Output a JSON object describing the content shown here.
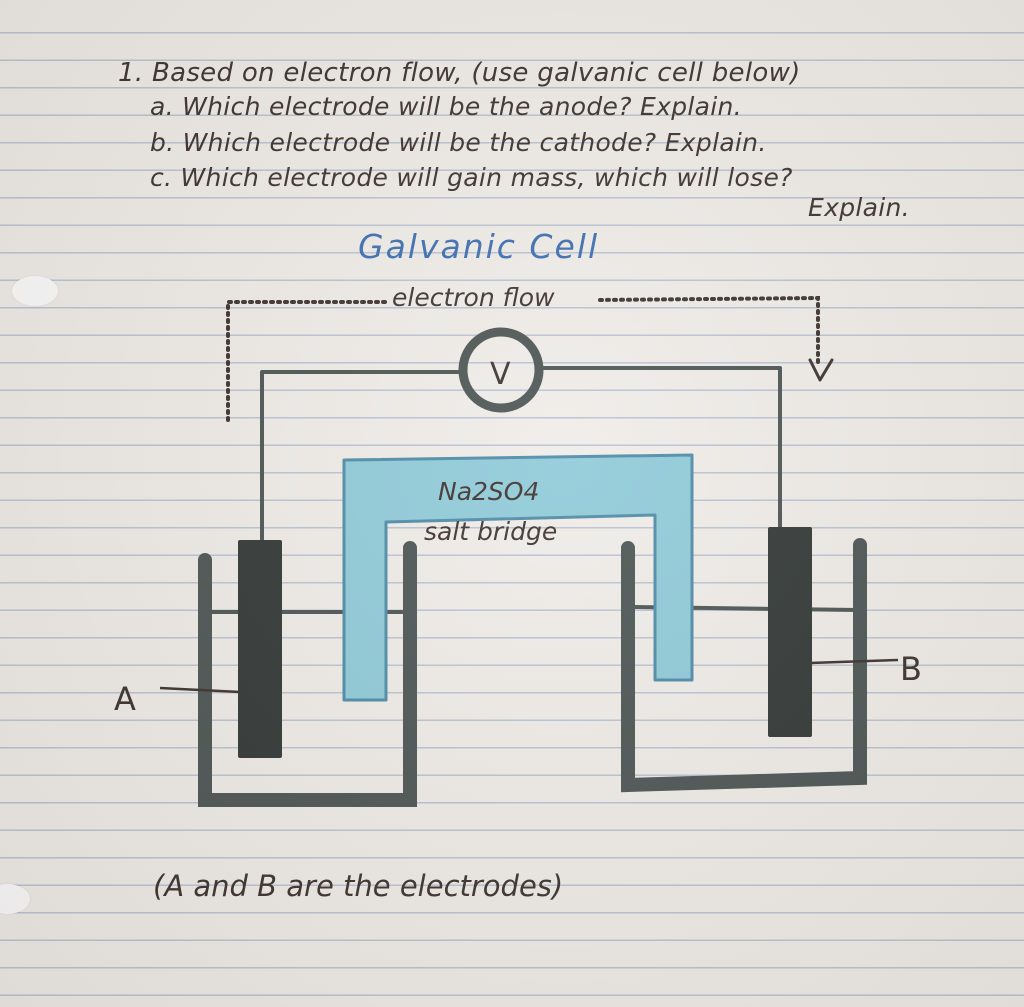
{
  "question": {
    "line1": "1. Based on electron flow, (use galvanic cell below)",
    "line_a": "a. Which electrode will be the anode? Explain.",
    "line_b": "b. Which electrode will be the cathode? Explain.",
    "line_c": "c. Which electrode will gain mass, which will lose?",
    "line_c2": "Explain."
  },
  "diagram": {
    "title": "Galvanic Cell",
    "electron_flow_label": "electron flow",
    "voltmeter_symbol": "V",
    "salt_bridge_formula": "Na2SO4",
    "salt_bridge_label": "salt bridge",
    "electrode_a_label": "A",
    "electrode_b_label": "B",
    "note": "(A and B are the electrodes)"
  },
  "colors": {
    "ink": "#3a2f2b",
    "blue_ink": "#3a6db0",
    "marker_gray": "#4a5352",
    "electrode": "#2f3534",
    "salt_bridge_fill": "#8ec9d8",
    "paper": "#efece8",
    "ruled_line": "#b9c2d3"
  }
}
